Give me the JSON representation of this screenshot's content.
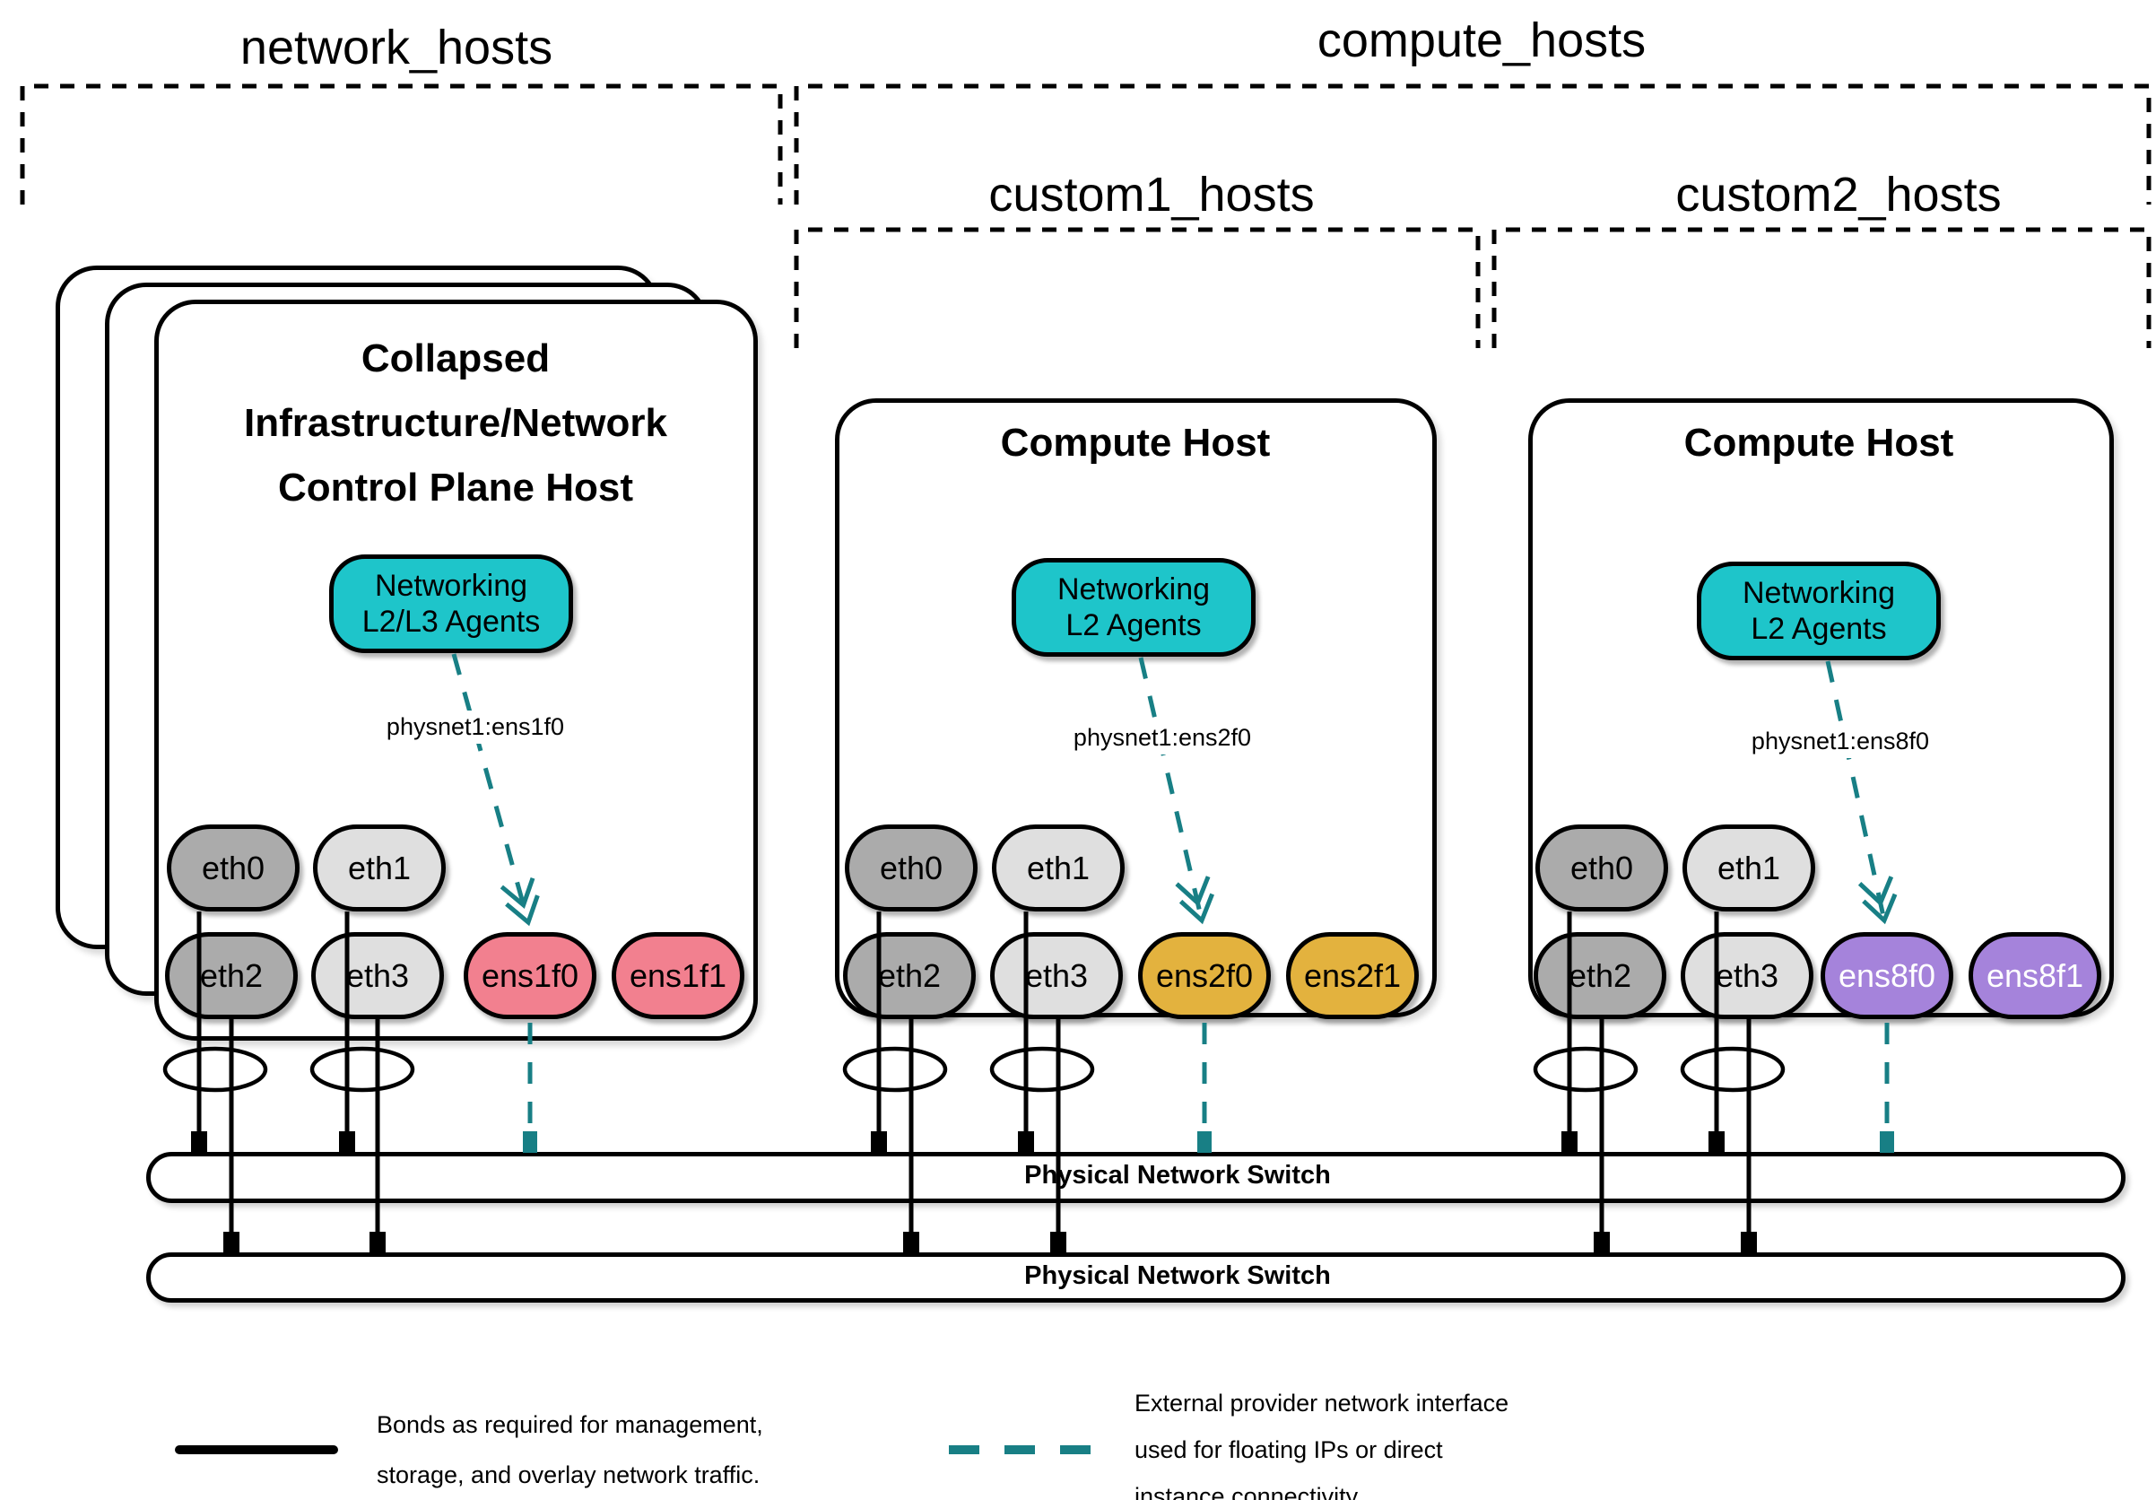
{
  "groups": {
    "network_hosts": "network_hosts",
    "compute_hosts": "compute_hosts",
    "custom1_hosts": "custom1_hosts",
    "custom2_hosts": "custom2_hosts"
  },
  "hosts": [
    {
      "title_lines": [
        "Collapsed",
        "Infrastructure/Network",
        "Control Plane Host"
      ],
      "agent_lines": [
        "Networking",
        "L2/L3 Agents"
      ],
      "physnet": "physnet1:ens1f0",
      "nics": {
        "eth0": "eth0",
        "eth1": "eth1",
        "eth2": "eth2",
        "eth3": "eth3",
        "ext0": "ens1f0",
        "ext1": "ens1f1"
      }
    },
    {
      "title": "Compute Host",
      "agent_lines": [
        "Networking",
        "L2 Agents"
      ],
      "physnet": "physnet1:ens2f0",
      "nics": {
        "eth0": "eth0",
        "eth1": "eth1",
        "eth2": "eth2",
        "eth3": "eth3",
        "ext0": "ens2f0",
        "ext1": "ens2f1"
      }
    },
    {
      "title": "Compute Host",
      "agent_lines": [
        "Networking",
        "L2 Agents"
      ],
      "physnet": "physnet1:ens8f0",
      "nics": {
        "eth0": "eth0",
        "eth1": "eth1",
        "eth2": "eth2",
        "eth3": "eth3",
        "ext0": "ens8f0",
        "ext1": "ens8f1"
      }
    }
  ],
  "switches": [
    {
      "label": "Physical Network Switch"
    },
    {
      "label": "Physical Network Switch"
    }
  ],
  "legend": [
    {
      "style": "bond-solid-line",
      "lines": [
        "Bonds as required for management,",
        "storage, and overlay network traffic."
      ]
    },
    {
      "style": "external-dashed-line",
      "lines": [
        "External provider network interface",
        "used for floating IPs or direct",
        "instance connectivity"
      ]
    }
  ],
  "colors": {
    "agent_teal": "#1EC5CA",
    "provider_teal": "#187F85",
    "nic_gray_dark": "#ABABAB",
    "nic_gray_light": "#DFDFDF",
    "nic_pink": "#F2808F",
    "nic_gold": "#E3B23E",
    "nic_purple": "#A583DB"
  }
}
